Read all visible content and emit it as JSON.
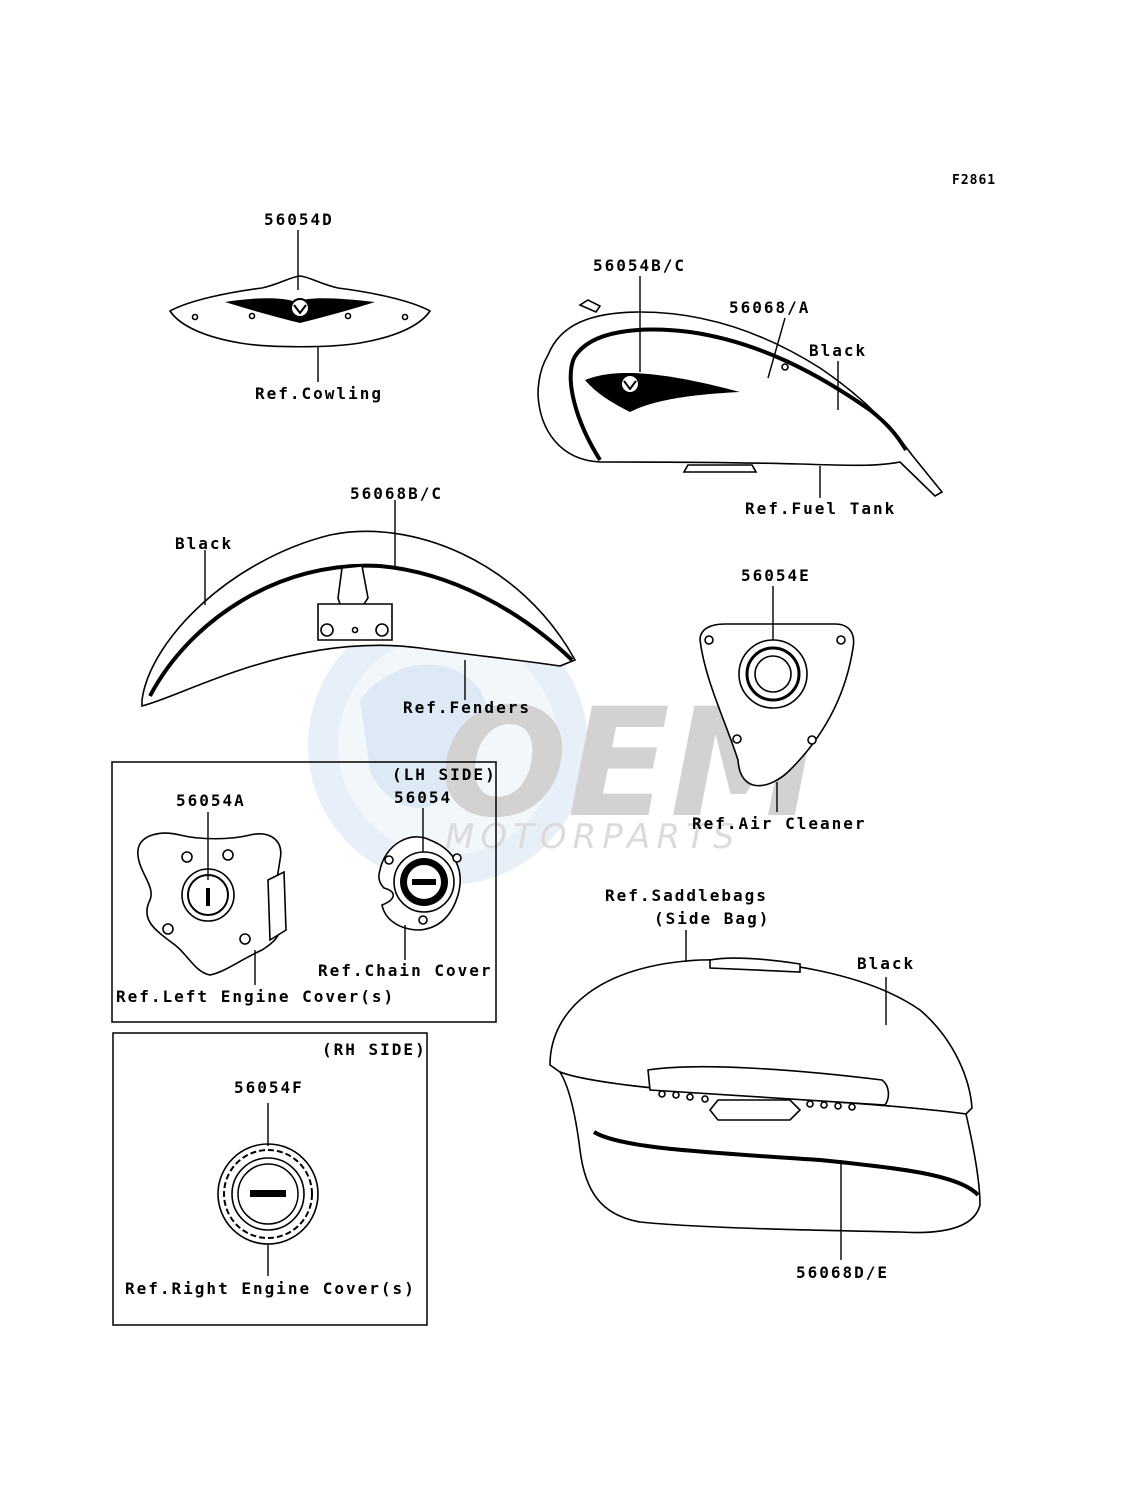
{
  "figure_code": "F2861",
  "watermark": {
    "brand": "OEM",
    "sub": "MOTORPARTS"
  },
  "labels": {
    "cowling_part": "56054D",
    "cowling_ref": "Ref.Cowling",
    "tank_part": "56054B/C",
    "tank_stripe": "56068/A",
    "tank_black": "Black",
    "tank_ref": "Ref.Fuel Tank",
    "fender_part": "56068B/C",
    "fender_black": "Black",
    "fender_ref": "Ref.Fenders",
    "air_part": "56054E",
    "air_ref": "Ref.Air Cleaner",
    "lh_side": "(LH SIDE)",
    "lh_part_a": "56054A",
    "lh_part": "56054",
    "chain_ref": "Ref.Chain Cover",
    "left_engine_ref": "Ref.Left Engine Cover(s)",
    "rh_side": "(RH SIDE)",
    "rh_part": "56054F",
    "right_engine_ref": "Ref.Right Engine Cover(s)",
    "saddle_ref": "Ref.Saddlebags",
    "saddle_ref2": "(Side Bag)",
    "saddle_black": "Black",
    "saddle_part": "56068D/E"
  }
}
